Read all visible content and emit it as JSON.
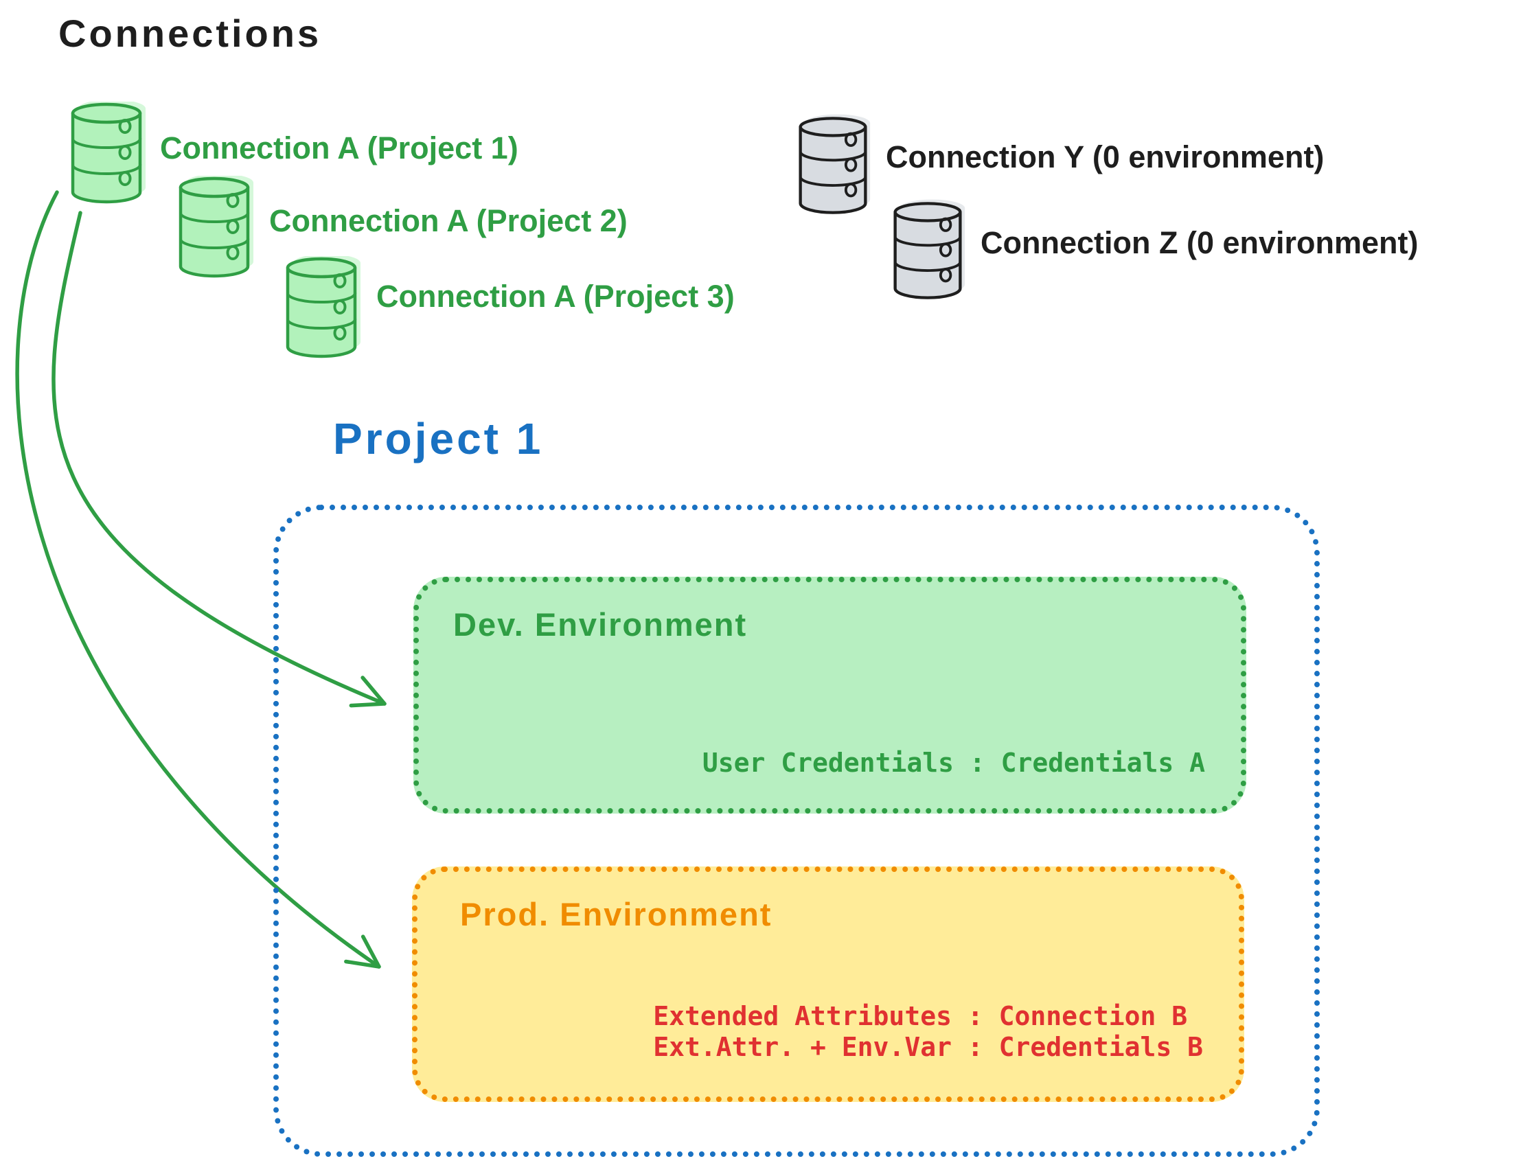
{
  "diagram": {
    "title": "Connections",
    "project_title": "Project 1"
  },
  "green_connections": [
    {
      "label": "Connection A (Project 1)"
    },
    {
      "label": "Connection A (Project 2)"
    },
    {
      "label": "Connection A (Project 3)"
    }
  ],
  "gray_connections": [
    {
      "label": "Connection Y (0 environment)"
    },
    {
      "label": "Connection Z (0 environment)"
    }
  ],
  "dev_environment": {
    "title": "Dev. Environment",
    "mapping": "User Credentials : Credentials A"
  },
  "prod_environment": {
    "title": "Prod. Environment",
    "mappings": [
      "Extended Attributes : Connection B",
      "Ext.Attr. + Env.Var : Credentials B"
    ]
  },
  "colors": {
    "ink": "#1e1e1e",
    "green": "#2f9e44",
    "green_fill": "#b2f2bb",
    "blue": "#1971c2",
    "orange": "#f08c00",
    "yellow_fill": "#ffec99",
    "red": "#e03131",
    "gray_fill": "#d8dce1"
  }
}
